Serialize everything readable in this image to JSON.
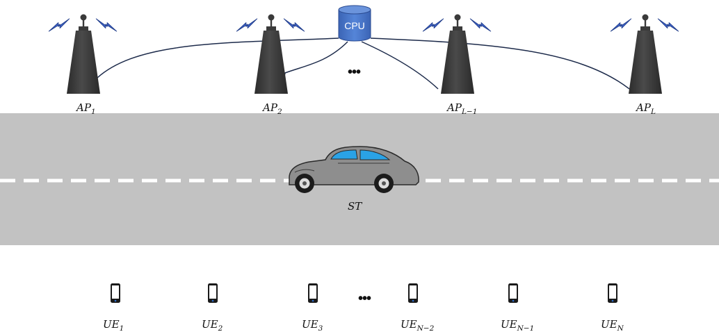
{
  "cpu": {
    "label": "CPU"
  },
  "access_points": [
    {
      "base": "AP",
      "sub": "1"
    },
    {
      "base": "AP",
      "sub": "2"
    },
    {
      "base": "AP",
      "sub": "L−1"
    },
    {
      "base": "AP",
      "sub": "L"
    }
  ],
  "ap_ellipsis": "•••",
  "vehicle": {
    "label": "ST"
  },
  "user_equipments": [
    {
      "base": "UE",
      "sub": "1"
    },
    {
      "base": "UE",
      "sub": "2"
    },
    {
      "base": "UE",
      "sub": "3"
    },
    {
      "base": "UE",
      "sub": "N−2"
    },
    {
      "base": "UE",
      "sub": "N−1"
    },
    {
      "base": "UE",
      "sub": "N"
    }
  ],
  "ue_ellipsis": "•••",
  "colors": {
    "road": "#c2c2c2",
    "tower": "#3a3a3a",
    "cpu": "#4472c4",
    "signal": "#3f63c9",
    "phone": "#1a1a1a",
    "car_body": "#8e8e8e",
    "car_window": "#2aa2e6"
  }
}
